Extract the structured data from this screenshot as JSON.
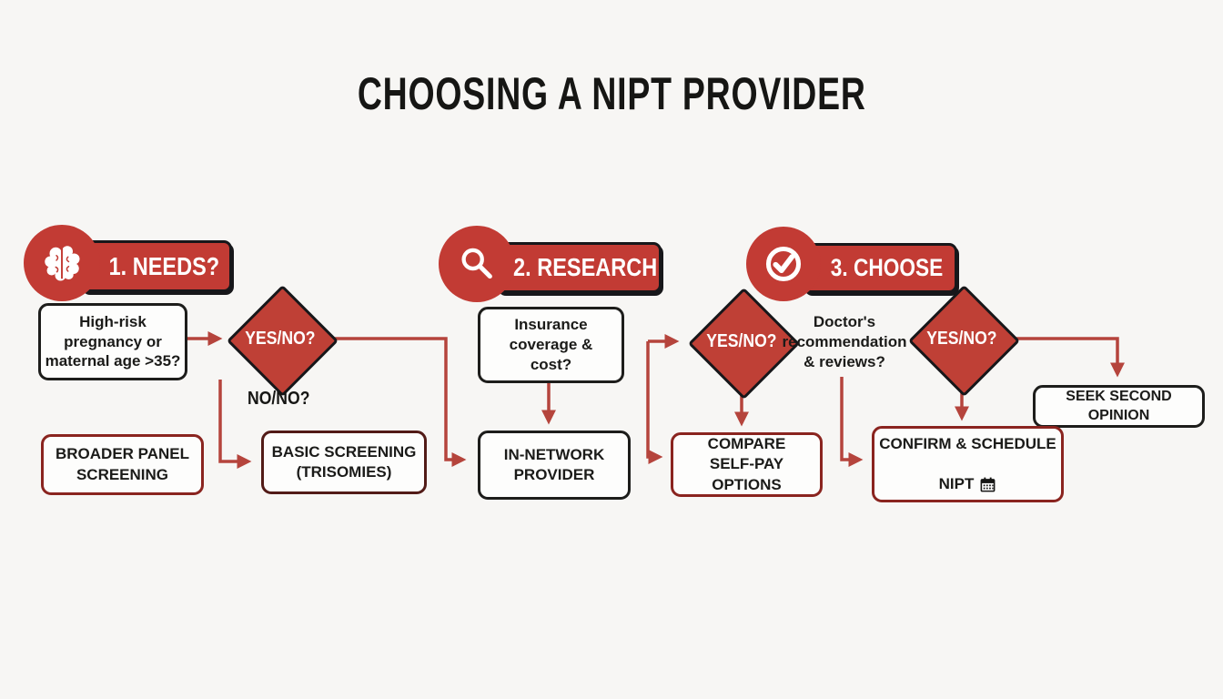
{
  "title": "CHOOSING A NIPT PROVIDER",
  "sections": {
    "needs": {
      "label": "1. NEEDS?",
      "icon": "brain-icon"
    },
    "research": {
      "label": "2. RESEARCH",
      "icon": "search-icon"
    },
    "choose": {
      "label": "3. CHOOSE",
      "icon": "check-icon"
    }
  },
  "nodes": {
    "high_risk_question": "High-risk\npregnancy or\nmaternal age >35?",
    "decision1": "YES/NO?",
    "no_branch_label": "NO/NO?",
    "broader_panel": "BROADER PANEL\nSCREENING",
    "basic_screening": "BASIC SCREENING\n(TRISOMIES)",
    "insurance_question": "Insurance\ncoverage &\ncost?",
    "in_network": "IN-NETWORK\nPROVIDER",
    "decision2": "YES/NO?",
    "compare_selfpay": "COMPARE\nSELF-PAY OPTIONS",
    "doctor_question": "Doctor's\nrecommendation\n& reviews?",
    "decision3": "YES/NO?",
    "seek_second_opinion": "SEEK SECOND OPINION",
    "confirm_schedule_line1": "CONFIRM & SCHEDULE",
    "confirm_schedule_line2": "NIPT"
  },
  "colors": {
    "accent_red": "#c23b34",
    "diamond_red": "#bf4036",
    "arrow_red": "#b5443c",
    "outline_black": "#1d1d1b",
    "maroon_border": "#8a241f",
    "background": "#f7f6f4"
  }
}
